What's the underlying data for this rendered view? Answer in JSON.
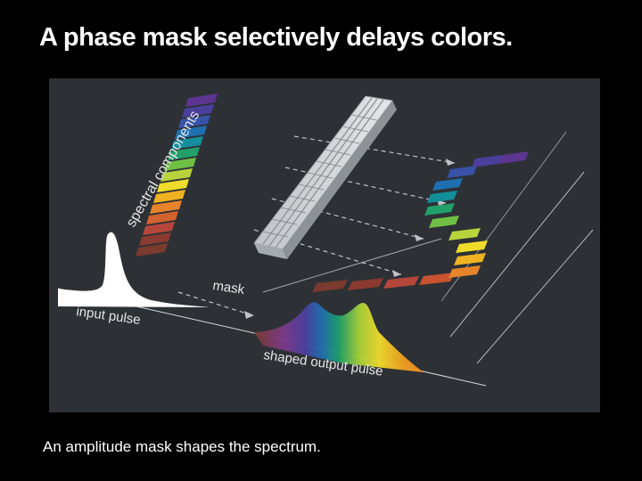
{
  "slide": {
    "title": "A phase mask selectively delays colors.",
    "caption": "An amplitude mask shapes the spectrum."
  },
  "figure": {
    "labels": {
      "spectral_components": "spectral components",
      "input_pulse": "input pulse",
      "mask": "mask",
      "shaped_output_pulse": "shaped output pulse"
    },
    "colors": {
      "background": "#2d3136",
      "spectrum": [
        "#7a3b2e",
        "#8a3a30",
        "#b5473a",
        "#d2622e",
        "#e7832a",
        "#efb321",
        "#f0dc2a",
        "#b9d43a",
        "#6fbf44",
        "#23a06a",
        "#138f9c",
        "#1f6fb0",
        "#3852a8",
        "#4b3f9c",
        "#5d3590",
        "#4a2c80"
      ]
    }
  }
}
